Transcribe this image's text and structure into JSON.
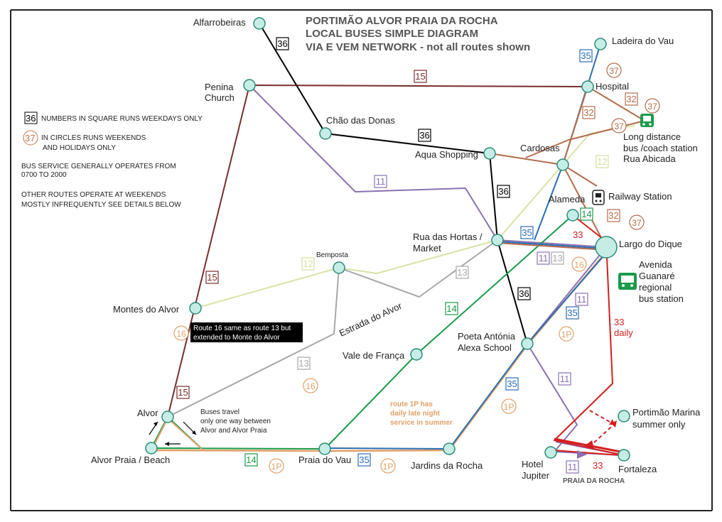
{
  "title": {
    "line1": "PORTIMÃO ALVOR PRAIA DA ROCHA",
    "line2": "LOCAL BUSES SIMPLE DIAGRAM",
    "line3": "VIA E VEM NETWORK - not all routes shown"
  },
  "legend": {
    "square_num": "36",
    "square_text": "NUMBERS IN SQUARE RUNS WEEKDAYS ONLY",
    "circle_num": "37",
    "circle_text1": "IN CIRCLES RUNS WEEKENDS",
    "circle_text2": "AND HOLIDAYS ONLY",
    "hours1": "BUS SERVICE GENERALLY OPERATES FROM",
    "hours2": "0700 TO 2000",
    "other1": "OTHER ROUTES OPERATE AT WEEKENDS",
    "other2": "MOSTLY INFREQUENTLY SEE DETAILS BELOW"
  },
  "stops": {
    "alfarrobeiras": "Alfarrobeiras",
    "penina1": "Penina",
    "penina2": "Church",
    "chao": "Chão das Donas",
    "aqua": "Aqua Shopping",
    "cardosas": "Cardosas",
    "ladeira": "Ladeira do Vau",
    "hospital": "Hospital",
    "longdist1": "Long distance",
    "longdist2": "bus /coach station",
    "longdist3": "Rua Abicada",
    "alameda": "Alameda",
    "railway": "Railway Station",
    "largo": "Largo do Dique",
    "avenida1": "Avenida",
    "avenida2": "Guanaré",
    "avenida3": "regional",
    "avenida4": "bus station",
    "hortas1": "Rua das Hortas /",
    "hortas2": "Market",
    "bemposta": "Bemposta",
    "estrada": "Estrada do  Alvor",
    "montes": "Montes do Alvor",
    "vale": "Vale de França",
    "poeta1": "Poeta Antónia",
    "poeta2": "Alexa School",
    "alvor": "Alvor",
    "alvorpraia": "Alvor Praia / Beach",
    "praiavau": "Praia do Vau",
    "jardins": "Jardins da Rocha",
    "hotel1": "Hotel",
    "hotel2": "Jupiter",
    "marina1": "Portimão Marina",
    "marina2": "summer only",
    "fortaleza": "Fortaleza",
    "praiarocha": "PRAIA DA ROCHA"
  },
  "notes": {
    "route16_1": "Route 16 same as route 13 but",
    "route16_2": "extended to Monte do Alvor",
    "oneway1": "Buses travel",
    "oneway2": "only one way between",
    "oneway3": "Alvor and Alvor Praia",
    "r1p_1": "route 1P has",
    "r1p_2": "daily late night",
    "r1p_3": "service in summer",
    "daily33_num": "33",
    "daily33_txt": "daily"
  },
  "route_labels": {
    "r36": "36",
    "r15": "15",
    "r11": "11",
    "r12": "12",
    "r13": "13",
    "r14": "14",
    "r16": "16",
    "r1p": "1P",
    "r32": "32",
    "r33": "33",
    "r35": "35",
    "r37": "37"
  },
  "colors": {
    "r36": "#000000",
    "r15": "#7a2d2d",
    "r11": "#8a72b0",
    "r12": "#d5df9e",
    "r13": "#a8a8a8",
    "r14": "#1a9a4a",
    "r1p": "#e0a068",
    "r32": "#b46c4c",
    "r33": "#d41f1f",
    "r35": "#2b6db3",
    "r37": "#b46c4c",
    "stop": "#c6ece6"
  }
}
